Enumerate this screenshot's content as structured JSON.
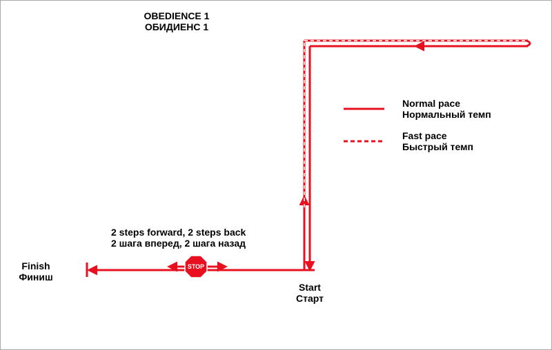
{
  "title": {
    "line1": "OBEDIENCE 1",
    "line2": "ОБИДИЕНС 1"
  },
  "legend": {
    "normal": {
      "line1": "Normal pace",
      "line2": "Нормальный темп",
      "style": "solid"
    },
    "fast": {
      "line1": "Fast pace",
      "line2": "Быстрый темп",
      "style": "dashed"
    }
  },
  "exercise": {
    "line1": "2 steps forward, 2 steps back",
    "line2": "2 шага вперед, 2 шага назад"
  },
  "stop_sign": {
    "text": "STOP"
  },
  "finish": {
    "line1": "Finish",
    "line2": "Финиш"
  },
  "start": {
    "line1": "Start",
    "line2": "Старт"
  },
  "colors": {
    "route": "#e8101e",
    "text": "#000000",
    "stop_fill": "#e8101e",
    "stop_text": "#ffffff",
    "border": "#a8a8a8"
  }
}
